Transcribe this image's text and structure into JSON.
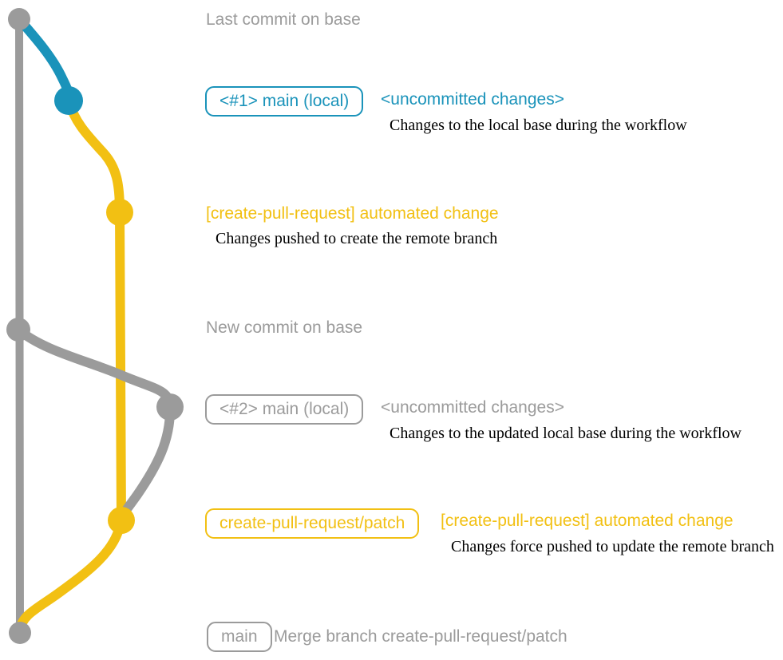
{
  "colors": {
    "gray": "#9B9B9B",
    "blue": "#1A93BA",
    "yellow": "#F2C013",
    "text_dark": "#000000",
    "background": "#FFFFFF"
  },
  "annotations": {
    "last_commit": "Last commit on base",
    "new_commit": "New commit on base",
    "step1": {
      "badge": "<#1> main (local)",
      "heading": "<uncommitted changes>",
      "caption": "Changes to the local base during the workflow"
    },
    "step2": {
      "heading": "[create-pull-request] automated change",
      "caption": "Changes pushed to create the remote branch"
    },
    "step3": {
      "badge": "<#2> main (local)",
      "heading": "<uncommitted changes>",
      "caption": "Changes to the updated local base during the workflow"
    },
    "step4": {
      "badge": "create-pull-request/patch",
      "heading": "[create-pull-request] automated change",
      "caption": "Changes force pushed to update the remote branch"
    },
    "merge": {
      "badge": "main",
      "caption": "Merge branch create-pull-request/patch"
    }
  },
  "graph": {
    "branches": [
      {
        "name": "base",
        "color": "gray"
      },
      {
        "name": "main-local",
        "color": "blue"
      },
      {
        "name": "create-pull-request/patch",
        "color": "yellow"
      }
    ],
    "nodes": [
      {
        "id": "last-commit-on-base",
        "color": "gray"
      },
      {
        "id": "local-main-1",
        "color": "blue"
      },
      {
        "id": "automated-change-1",
        "color": "yellow"
      },
      {
        "id": "new-commit-on-base",
        "color": "gray"
      },
      {
        "id": "local-main-2",
        "color": "gray"
      },
      {
        "id": "automated-change-2",
        "color": "yellow"
      },
      {
        "id": "merge-commit",
        "color": "gray"
      }
    ]
  }
}
